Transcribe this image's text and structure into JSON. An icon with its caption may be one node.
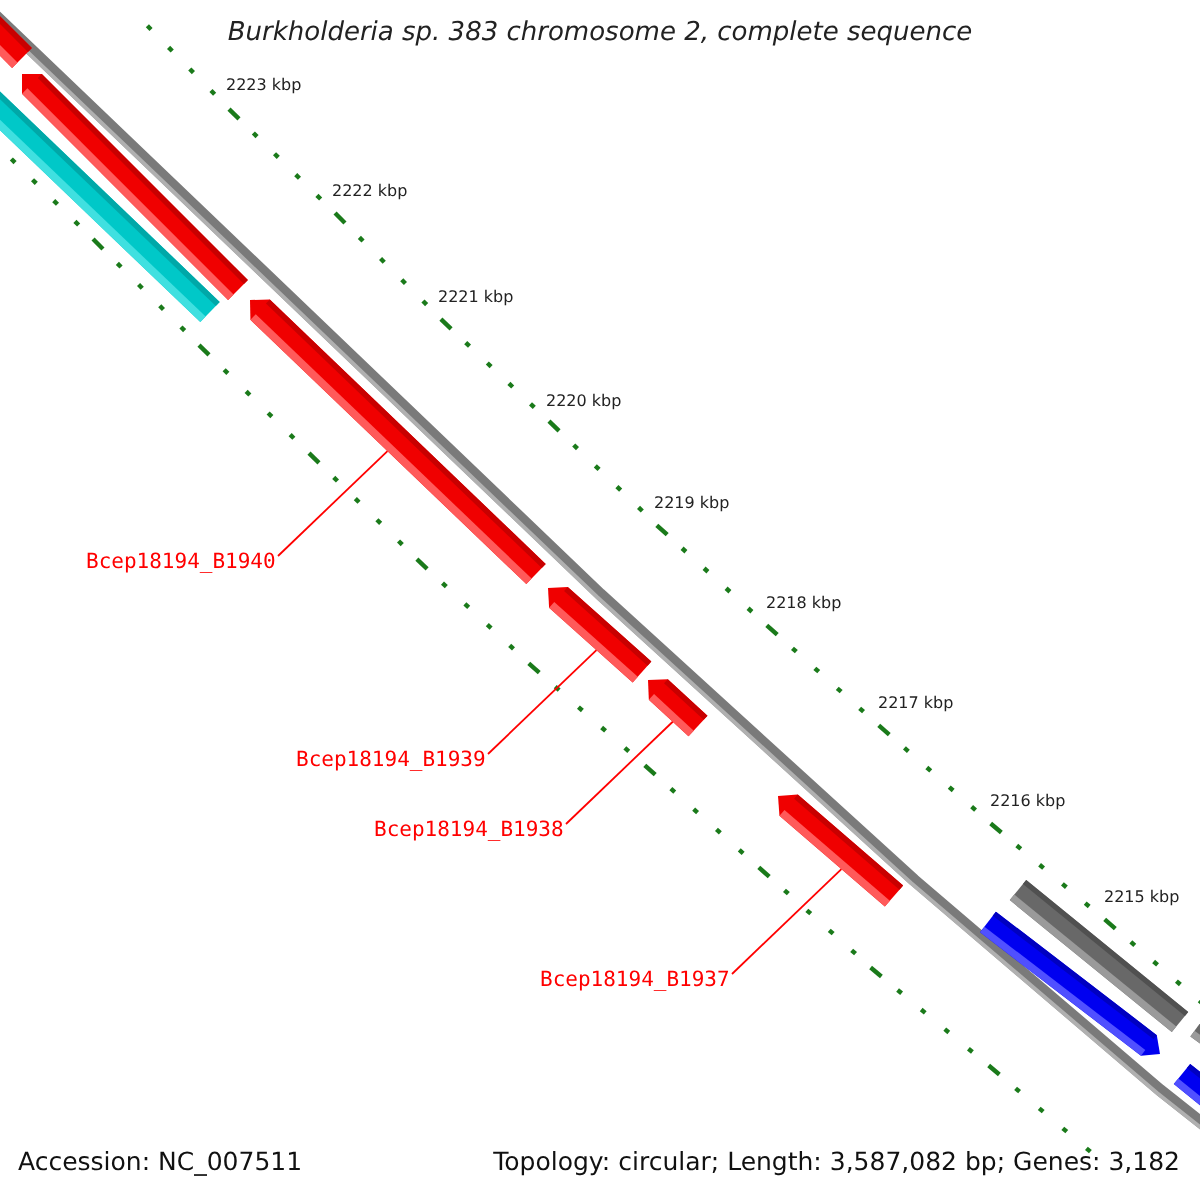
{
  "diagram": {
    "title": "Burkholderia sp. 383 chromosome 2, complete sequence",
    "nodes": [
      {
        "text": [
          "Bcep18194_B1940"
        ]
      },
      {
        "text": [
          "Bcep18194_B1939"
        ]
      },
      {
        "text": [
          "Bcep18194_B1938"
        ]
      },
      {
        "text": [
          "Bcep18194_B1937"
        ]
      },
      {
        "text": [],
        "shape": "bar"
      },
      {
        "text": [],
        "shape": "arrow"
      },
      {
        "text": [],
        "shape": "bar"
      },
      {
        "text": [],
        "shape": "arrow"
      },
      {
        "text": [],
        "shape": "arrow"
      },
      {
        "text": [],
        "shape": "arrow"
      },
      {
        "text": [],
        "shape": "arrow"
      },
      {
        "text": [],
        "shape": "bar"
      },
      {
        "text": [],
        "shape": "arrow"
      },
      {
        "text": [],
        "shape": "bar"
      },
      {
        "text": [],
        "shape": "bar"
      }
    ],
    "edges": [
      {
        "from": 0,
        "to": 7,
        "arrow": "none"
      },
      {
        "from": 1,
        "to": 8,
        "arrow": "none"
      },
      {
        "from": 2,
        "to": 9,
        "arrow": "none"
      },
      {
        "from": 3,
        "to": 10,
        "arrow": "none"
      }
    ],
    "labels": [
      "2223 kbp",
      "2222 kbp",
      "2221 kbp",
      "2220 kbp",
      "2219 kbp",
      "2218 kbp",
      "2217 kbp",
      "2216 kbp",
      "2215 kbp",
      "Accession: NC_007511",
      "Topology: circular; Length: 3,587,082 bp; Genes: 3,182"
    ]
  }
}
